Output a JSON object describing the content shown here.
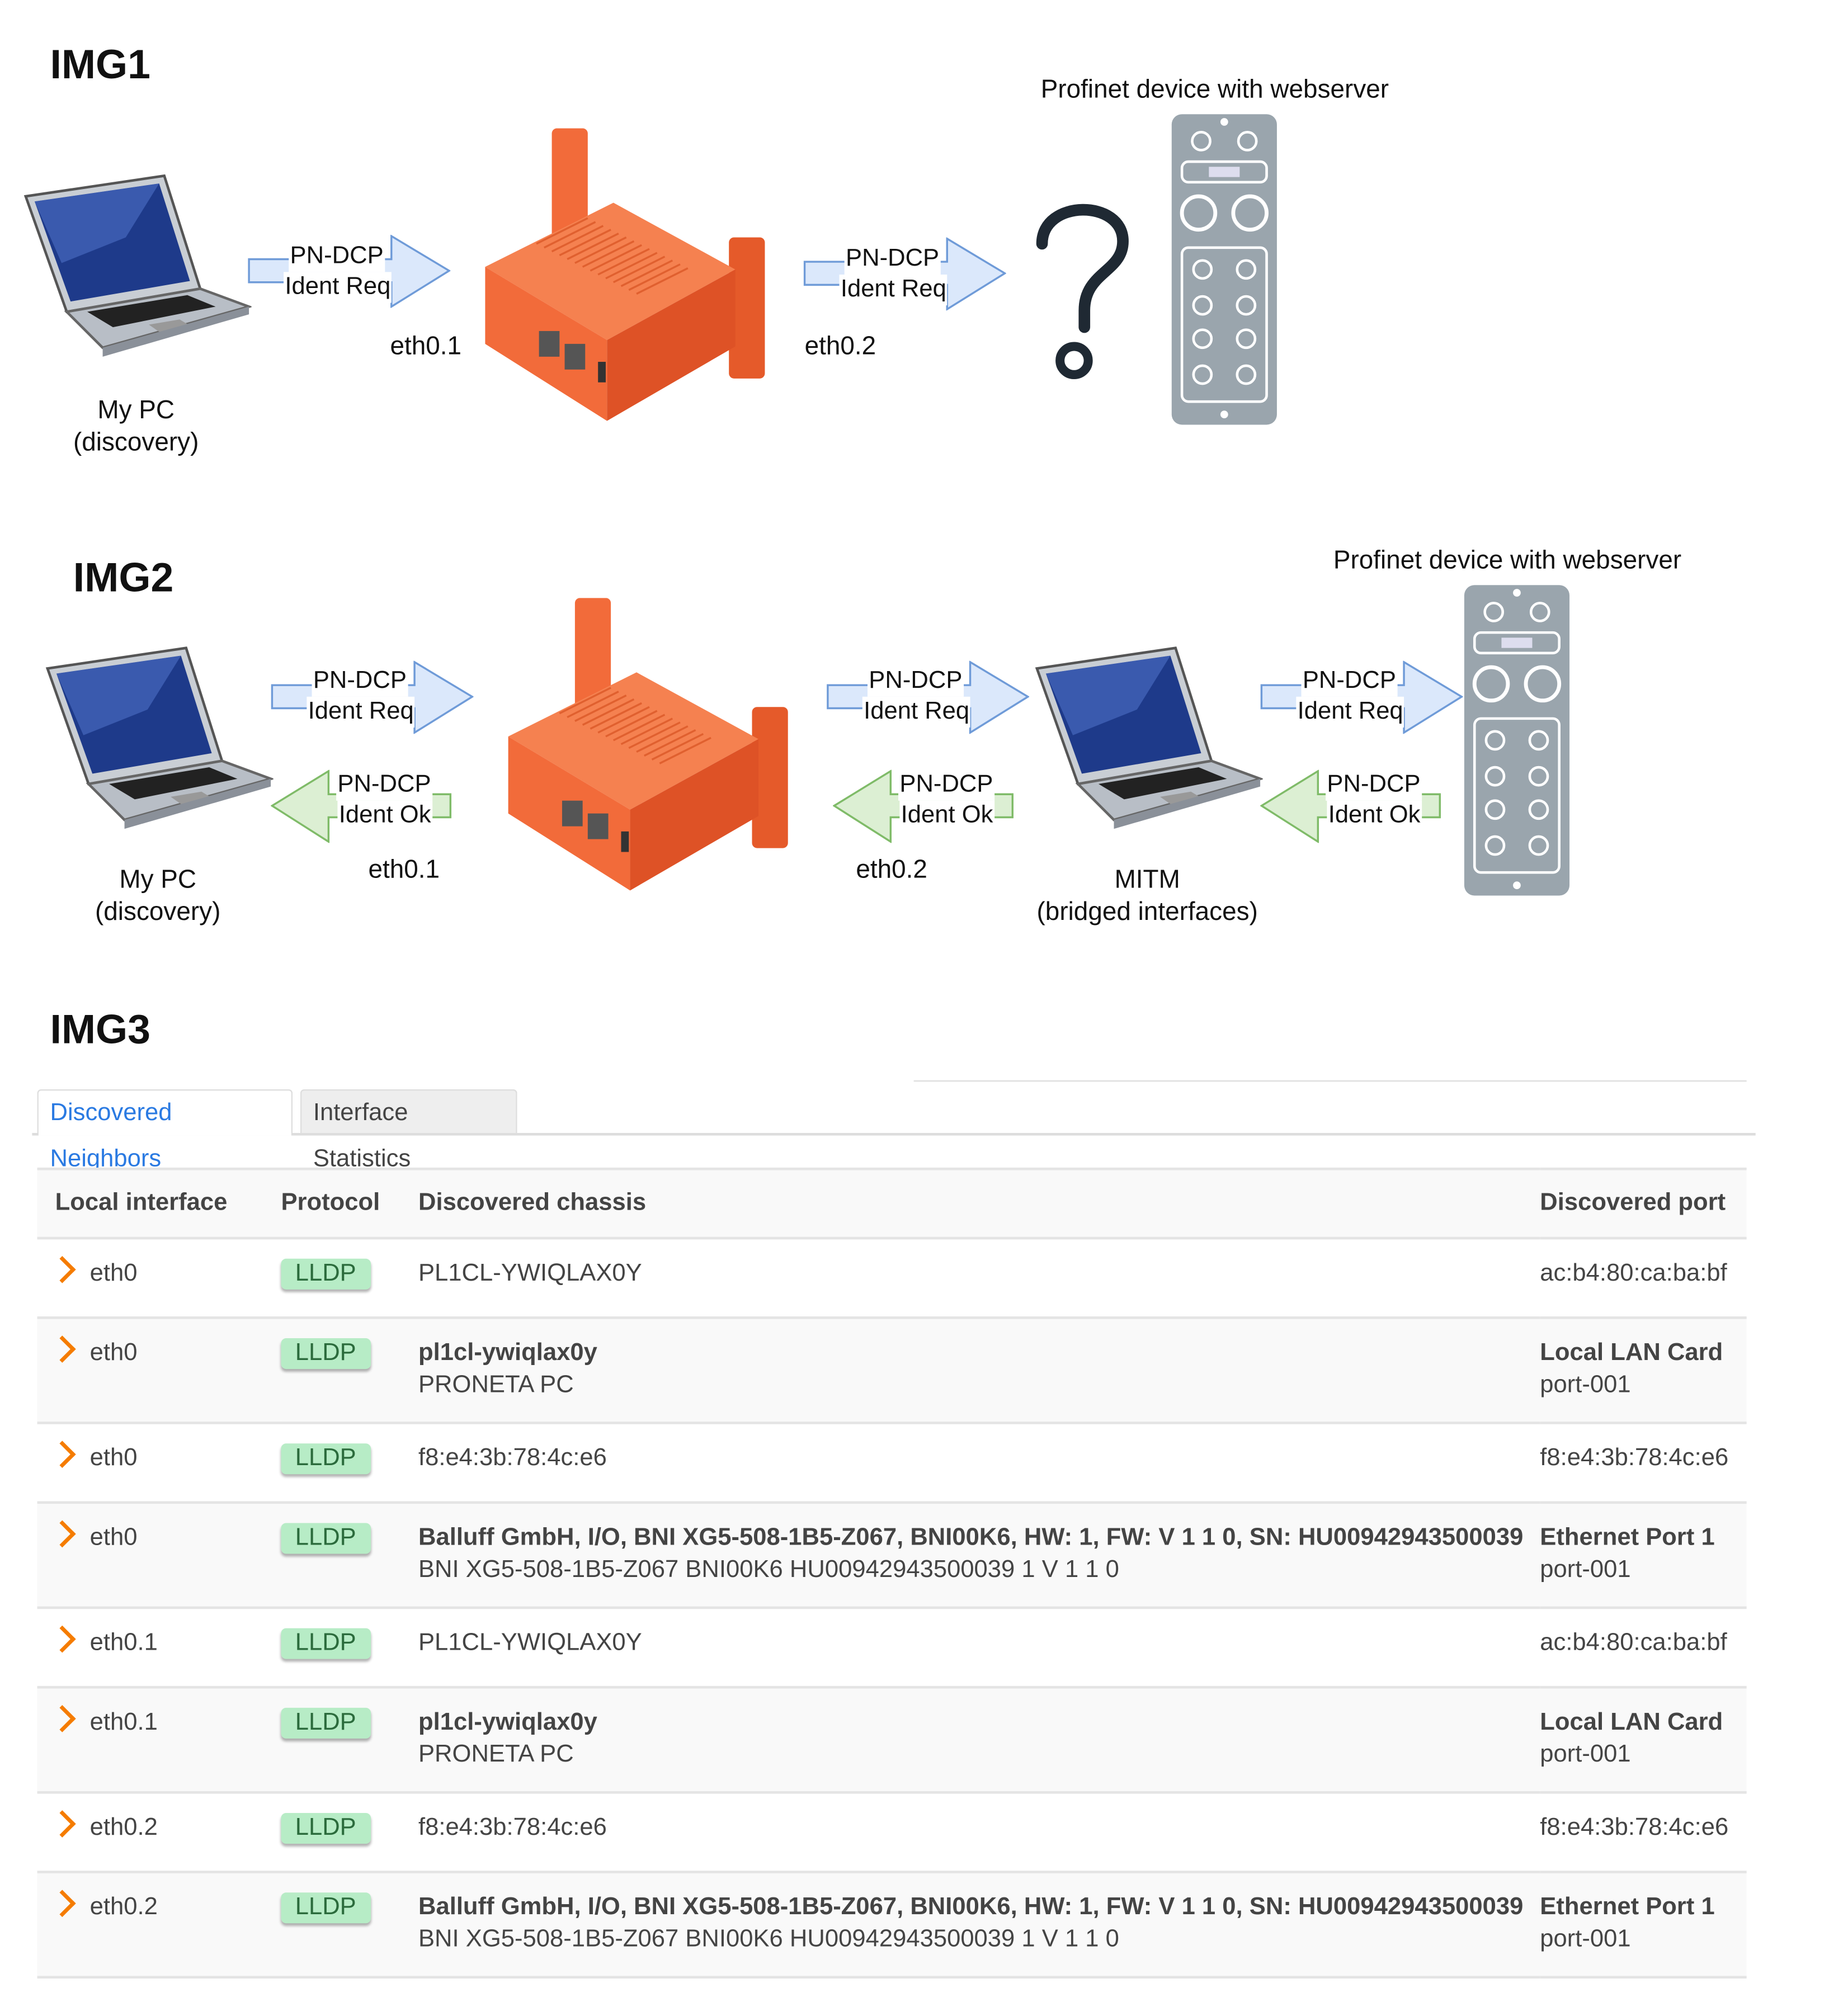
{
  "img1": {
    "title": "IMG1",
    "pc_label": [
      "My PC",
      "(discovery)"
    ],
    "arrow1": [
      "PN-DCP",
      "Ident Req"
    ],
    "arrow2": [
      "PN-DCP",
      "Ident Req"
    ],
    "eth01": "eth0.1",
    "eth02": "eth0.2",
    "device_label": "Profinet device with webserver"
  },
  "img2": {
    "title": "IMG2",
    "pc_label": [
      "My PC",
      "(discovery)"
    ],
    "req1": [
      "PN-DCP",
      "Ident Req"
    ],
    "ok1": [
      "PN-DCP",
      "Ident Ok"
    ],
    "req2": [
      "PN-DCP",
      "Ident Req"
    ],
    "ok2": [
      "PN-DCP",
      "Ident Ok"
    ],
    "req3": [
      "PN-DCP",
      "Ident Req"
    ],
    "ok3": [
      "PN-DCP",
      "Ident Ok"
    ],
    "eth01": "eth0.1",
    "eth02": "eth0.2",
    "mitm_label": [
      "MITM",
      "(bridged interfaces)"
    ],
    "device_label": "Profinet device with webserver"
  },
  "img3": {
    "title": "IMG3",
    "tabs": [
      "Discovered Neighbors",
      "Interface Statistics"
    ],
    "columns": [
      "Local interface",
      "Protocol",
      "Discovered chassis",
      "Discovered port"
    ],
    "rows": [
      {
        "iface": "eth0",
        "proto": "LLDP",
        "chassis": "PL1CL-YWIQLAX0Y",
        "chassis2": "",
        "port": "ac:b4:80:ca:ba:bf",
        "port2": ""
      },
      {
        "iface": "eth0",
        "proto": "LLDP",
        "chassis": "pl1cl-ywiqlax0y",
        "chassis2": "PRONETA PC",
        "port": "Local LAN Card",
        "port2": "port-001"
      },
      {
        "iface": "eth0",
        "proto": "LLDP",
        "chassis": "f8:e4:3b:78:4c:e6",
        "chassis2": "",
        "port": "f8:e4:3b:78:4c:e6",
        "port2": ""
      },
      {
        "iface": "eth0",
        "proto": "LLDP",
        "chassis": "Balluff GmbH, I/O, BNI XG5-508-1B5-Z067, BNI00K6, HW: 1, FW: V 1 1 0, SN: HU00942943500039",
        "chassis2": "BNI XG5-508-1B5-Z067 BNI00K6 HU00942943500039 1 V 1 1 0",
        "port": "Ethernet Port 1",
        "port2": "port-001"
      },
      {
        "iface": "eth0.1",
        "proto": "LLDP",
        "chassis": "PL1CL-YWIQLAX0Y",
        "chassis2": "",
        "port": "ac:b4:80:ca:ba:bf",
        "port2": ""
      },
      {
        "iface": "eth0.1",
        "proto": "LLDP",
        "chassis": "pl1cl-ywiqlax0y",
        "chassis2": "PRONETA PC",
        "port": "Local LAN Card",
        "port2": "port-001"
      },
      {
        "iface": "eth0.2",
        "proto": "LLDP",
        "chassis": "f8:e4:3b:78:4c:e6",
        "chassis2": "",
        "port": "f8:e4:3b:78:4c:e6",
        "port2": ""
      },
      {
        "iface": "eth0.2",
        "proto": "LLDP",
        "chassis": "Balluff GmbH, I/O, BNI XG5-508-1B5-Z067, BNI00K6, HW: 1, FW: V 1 1 0, SN: HU00942943500039",
        "chassis2": "BNI XG5-508-1B5-Z067 BNI00K6 HU00942943500039 1 V 1 1 0",
        "port": "Ethernet Port 1",
        "port2": "port-001"
      }
    ]
  },
  "colors": {
    "accent": "#2a7ae2",
    "router": "#f26b3a",
    "device": "#9aa5ad",
    "req_arrow": "#dbe8fb",
    "ok_arrow": "#dcefd3",
    "chevron": "#f57c00",
    "badge": "#b7ecc6"
  }
}
